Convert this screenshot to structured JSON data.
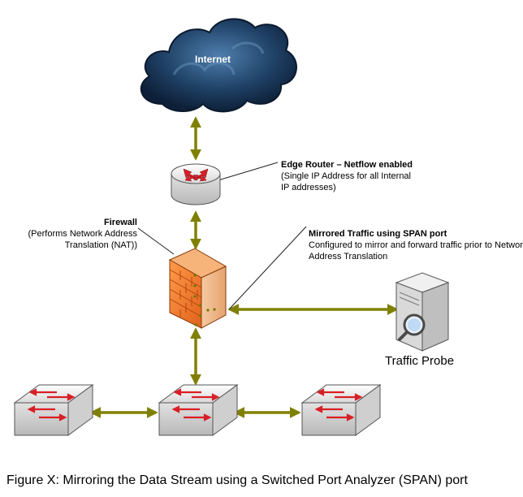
{
  "cloud": {
    "label": "Internet"
  },
  "router": {
    "title": "Edge Router – Netflow enabled",
    "desc_line1": "(Single IP Address for all Internal",
    "desc_line2": "IP addresses)"
  },
  "firewall": {
    "title": "Firewall",
    "desc_line1": "(Performs Network Address",
    "desc_line2": "Translation (NAT))"
  },
  "span": {
    "title": "Mirrored Traffic using SPAN port",
    "desc_line1": "Configured to mirror and forward traffic prior to Network",
    "desc_line2": "Address Translation"
  },
  "probe": {
    "label": "Traffic Probe"
  },
  "caption": "Figure X: Mirroring the Data Stream using a Switched Port Analyzer (SPAN) port",
  "colors": {
    "link": "#808000",
    "cloud": "#1b3a5c",
    "firewall": "#f07a22",
    "router_arrows": "#d81f26",
    "switch_arrows": "#d81f26"
  }
}
